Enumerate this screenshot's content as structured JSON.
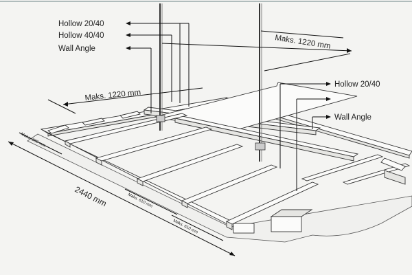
{
  "labels": {
    "hollow_20_40_left": "Hollow 20/40",
    "hollow_40_40": "Hollow 40/40",
    "wall_angle_left": "Wall Angle",
    "hollow_20_40_right": "Hollow 20/40",
    "wall_angle_right": "Wall Angle"
  },
  "dimensions": {
    "maks_1220_top": "Maks. 1220 mm",
    "maks_1220_left": "Maks. 1220 mm",
    "length_2440": "2440 mm",
    "maks_300": "Maks. 300 mm",
    "maks_610_a": "Maks. 610 mm",
    "maks_610_b": "Maks. 610 mm"
  }
}
